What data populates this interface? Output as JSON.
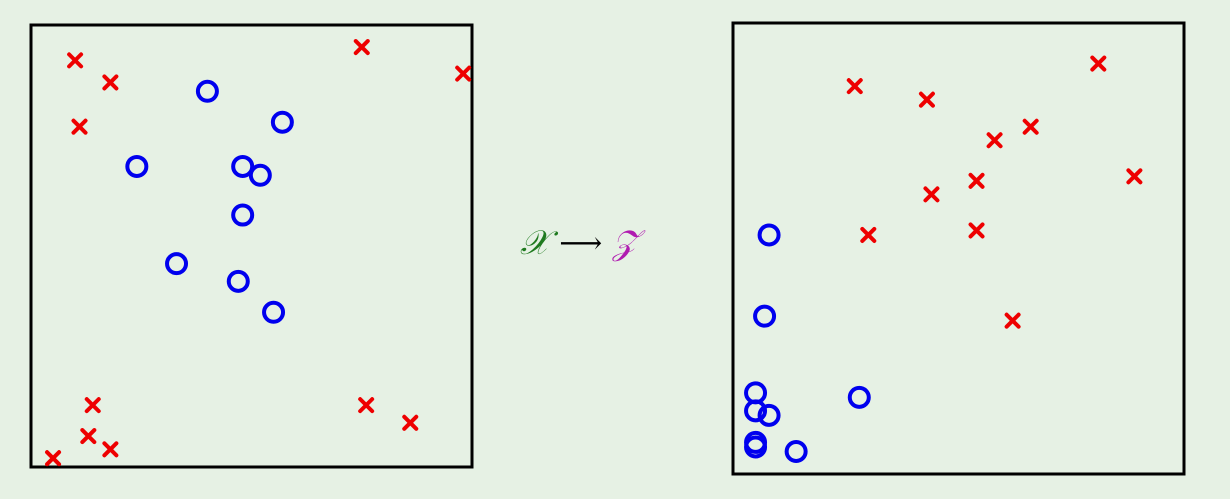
{
  "colors": {
    "background": "#e6f1e4",
    "cross": "#ee0000",
    "circle": "#0000ee",
    "frame": "#000000",
    "source_symbol": "#1f7a1f",
    "target_symbol": "#b01cb0"
  },
  "mapping": {
    "source": "𝒳",
    "arrow": "⟶",
    "target": "𝒵"
  },
  "panels": [
    {
      "name": "input-space",
      "domain": [
        0,
        1
      ],
      "crosses": [
        [
          0.1,
          0.92
        ],
        [
          0.18,
          0.87
        ],
        [
          0.11,
          0.77
        ],
        [
          0.75,
          0.95
        ],
        [
          0.98,
          0.89
        ],
        [
          0.14,
          0.14
        ],
        [
          0.13,
          0.07
        ],
        [
          0.18,
          0.04
        ],
        [
          0.05,
          0.02
        ],
        [
          0.76,
          0.14
        ],
        [
          0.86,
          0.1
        ]
      ],
      "circles": [
        [
          0.4,
          0.85
        ],
        [
          0.57,
          0.78
        ],
        [
          0.24,
          0.68
        ],
        [
          0.48,
          0.68
        ],
        [
          0.52,
          0.66
        ],
        [
          0.48,
          0.57
        ],
        [
          0.33,
          0.46
        ],
        [
          0.47,
          0.42
        ],
        [
          0.55,
          0.35
        ]
      ]
    },
    {
      "name": "feature-space",
      "domain": [
        0,
        1
      ],
      "crosses": [
        [
          0.27,
          0.86
        ],
        [
          0.43,
          0.83
        ],
        [
          0.58,
          0.74
        ],
        [
          0.66,
          0.77
        ],
        [
          0.81,
          0.91
        ],
        [
          0.44,
          0.62
        ],
        [
          0.54,
          0.65
        ],
        [
          0.89,
          0.66
        ],
        [
          0.3,
          0.53
        ],
        [
          0.54,
          0.54
        ],
        [
          0.62,
          0.34
        ]
      ],
      "circles": [
        [
          0.08,
          0.53
        ],
        [
          0.07,
          0.35
        ],
        [
          0.05,
          0.18
        ],
        [
          0.05,
          0.14
        ],
        [
          0.08,
          0.13
        ],
        [
          0.05,
          0.06
        ],
        [
          0.05,
          0.07
        ],
        [
          0.14,
          0.05
        ],
        [
          0.28,
          0.17
        ]
      ]
    }
  ]
}
